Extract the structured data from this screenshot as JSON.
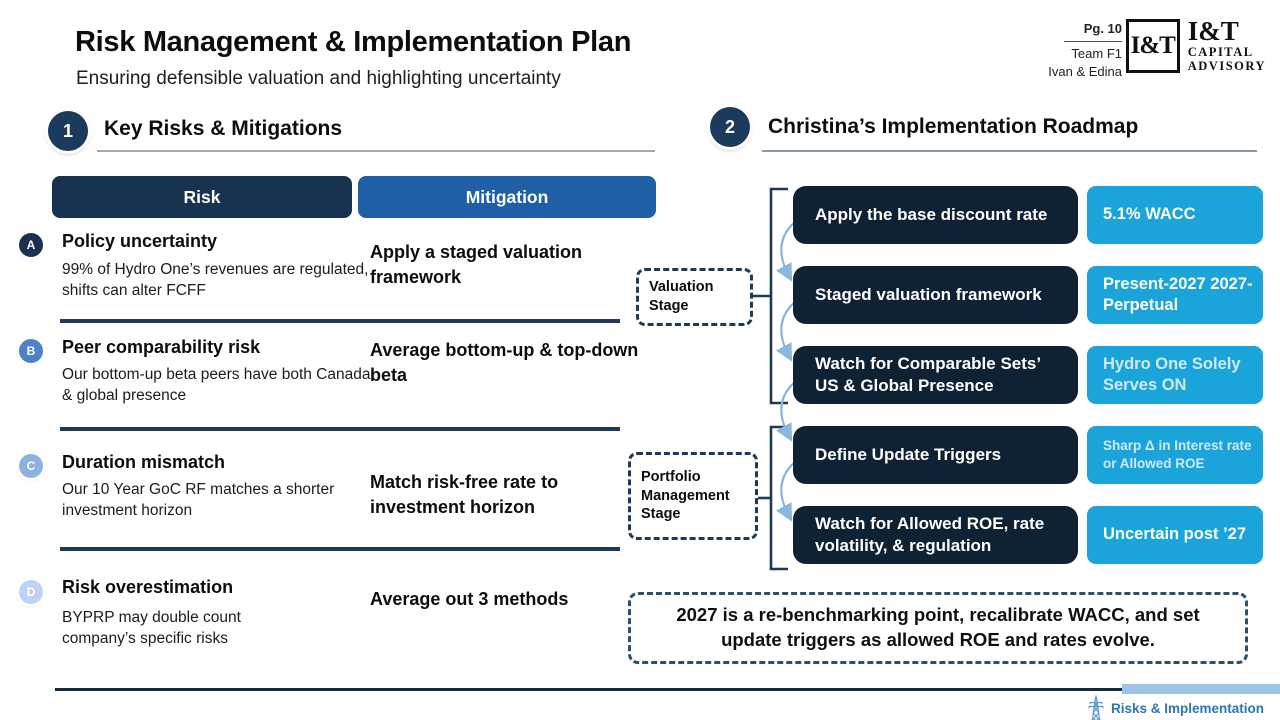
{
  "header": {
    "title": "Risk Management & Implementation Plan",
    "subtitle": "Ensuring defensible valuation and highlighting uncertainty",
    "page_label": "Pg. 10",
    "team": "Team F1",
    "authors": "Ivan & Edina",
    "logo": {
      "monogram": "I&T",
      "name": "I&T",
      "line1": "CAPITAL",
      "line2": "ADVISORY"
    }
  },
  "risks": {
    "number": "1",
    "title": "Key Risks & Mitigations",
    "columns": {
      "risk": "Risk",
      "mitigation": "Mitigation"
    },
    "rows": [
      {
        "badge": "A",
        "title": "Policy uncertainty",
        "body": "99% of Hydro One’s revenues are regulated, shifts can alter FCFF",
        "mitigation": "Apply a staged valuation framework"
      },
      {
        "badge": "B",
        "title": "Peer comparability risk",
        "body": "Our bottom-up beta peers have both Canada & global presence",
        "mitigation": "Average bottom-up & top-down beta"
      },
      {
        "badge": "C",
        "title": "Duration mismatch",
        "body": "Our 10 Year GoC RF matches a shorter investment horizon",
        "mitigation": "Match risk-free rate to investment horizon"
      },
      {
        "badge": "D",
        "title": "Risk overestimation",
        "body": "BYPRP may double count company’s specific risks",
        "mitigation": "Average out 3 methods"
      }
    ]
  },
  "roadmap": {
    "number": "2",
    "title": "Christina’s Implementation Roadmap",
    "stages": [
      {
        "label": "Valuation Stage"
      },
      {
        "label": "Portfolio Management Stage"
      }
    ],
    "steps": [
      {
        "action": "Apply the base discount rate",
        "note": "5.1% WACC"
      },
      {
        "action": "Staged valuation framework",
        "note": "Present-2027 2027-Perpetual"
      },
      {
        "action": "Watch for Comparable Sets’ US & Global Presence",
        "note": "Hydro One Solely Serves ON"
      },
      {
        "action": "Define Update Triggers",
        "note": "Sharp Δ in Interest rate or Allowed ROE"
      },
      {
        "action": "Watch for Allowed ROE, rate volatility, & regulation",
        "note": "Uncertain post ’27"
      }
    ],
    "callout": "2027 is a re-benchmarking point, recalibrate WACC, and set update triggers as allowed ROE and rates evolve."
  },
  "footer": {
    "tab_label": "Risks & Implementation"
  },
  "colors": {
    "dark_navy": "#17334f",
    "table_blue": "#1e5fa5",
    "step_dark": "#0f2234",
    "step_cyan": "#1ba4da",
    "arrow_blue": "#8ab6dd",
    "footer_bar": "#9dc3e6",
    "footer_text": "#2e75b6",
    "badge_a": "#1b2f4e",
    "badge_b": "#4e82c4",
    "badge_c": "#8fb1e0",
    "badge_d": "#bdd3ee"
  }
}
